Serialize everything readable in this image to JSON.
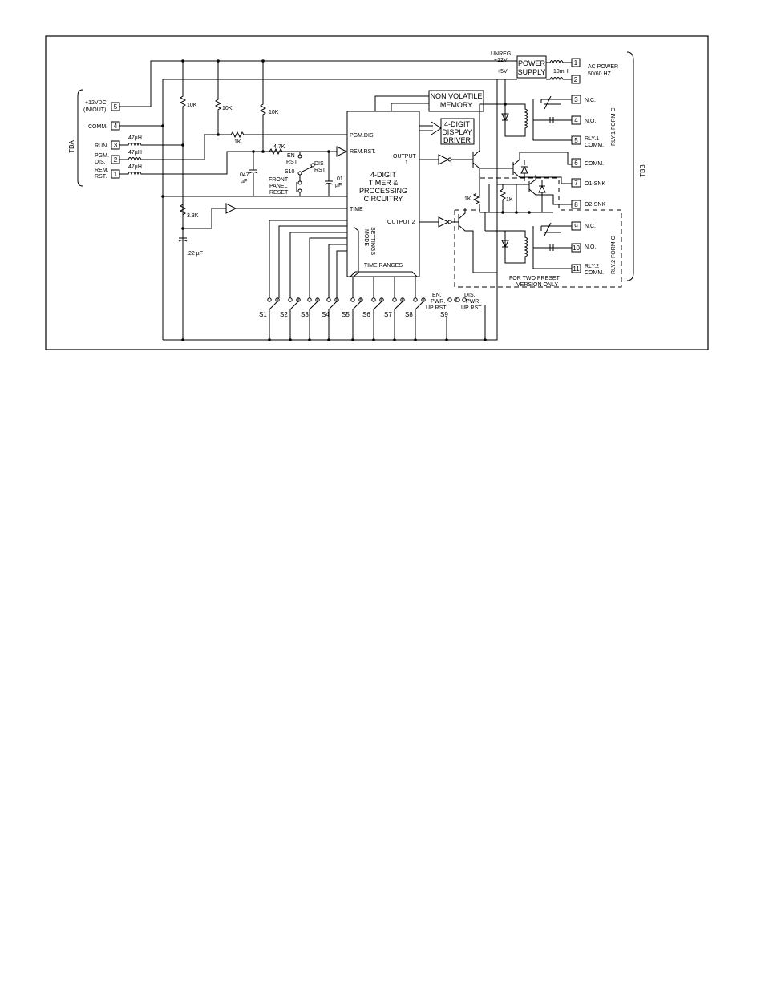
{
  "diagram": {
    "tba_label": "TBA",
    "tbb_label": "TBB",
    "tba_terminals": [
      {
        "num": "5",
        "label": "+12VDC",
        "label2": "(IN/OUT)"
      },
      {
        "num": "4",
        "label": "COMM.",
        "label2": ""
      },
      {
        "num": "3",
        "label": "RUN",
        "label2": ""
      },
      {
        "num": "2",
        "label": "PGM.",
        "label2": "DIS."
      },
      {
        "num": "1",
        "label": "REM.",
        "label2": "RST."
      }
    ],
    "inductor_label": "47µH",
    "resistors": {
      "r10k": "10K",
      "r1k": "1K",
      "r47k": "4.7K",
      "r33k": "3.3K"
    },
    "caps": {
      "c047a": ".047",
      "c047b": "µF",
      "c01a": ".01",
      "c01b": "µF",
      "c22": ".22 µF"
    },
    "switches": {
      "s10": "S10",
      "en_rst_a": "EN",
      "en_rst_b": "RST",
      "dis_rst_a": "DIS",
      "dis_rst_b": "RST",
      "fp_a": "FRONT",
      "fp_b": "PANEL",
      "fp_c": "RESET"
    },
    "main_block": {
      "lines": [
        "4-DIGIT",
        "TIMER &",
        "PROCESSING",
        "CIRCUITRY"
      ],
      "pgm_dis": "PGM.DIS",
      "rem_rst": "REM.RST.",
      "time": "TIME",
      "output1_a": "OUTPUT",
      "output1_b": "1",
      "output2": "OUTPUT 2",
      "mode_a": "MODE",
      "mode_b": "SETTINGS",
      "time_ranges": "TIME RANGES"
    },
    "memory": {
      "line1": "NON VOLATILE",
      "line2": "MEMORY"
    },
    "display": {
      "line1": "4-DIGIT",
      "line2": "DISPLAY",
      "line3": "DRIVER"
    },
    "power": {
      "line1": "POWER",
      "line2": "SUPPLY",
      "unreg_a": "UNREG.",
      "unreg_b": "+12V",
      "plus5": "+5V",
      "coil": "10mH",
      "ac_a": "AC POWER",
      "ac_b": "50/60 HZ",
      "t1": "1",
      "t2": "2"
    },
    "tbb_terminals": [
      {
        "num": "3",
        "label": "N.C.",
        "label2": ""
      },
      {
        "num": "4",
        "label": "N.O.",
        "label2": ""
      },
      {
        "num": "5",
        "label": "RLY.1",
        "label2": "COMM."
      },
      {
        "num": "6",
        "label": "COMM.",
        "label2": ""
      },
      {
        "num": "7",
        "label": "O1-SNK",
        "label2": ""
      },
      {
        "num": "8",
        "label": "O2-SNK",
        "label2": ""
      },
      {
        "num": "9",
        "label": "N.C.",
        "label2": ""
      },
      {
        "num": "10",
        "label": "N.O.",
        "label2": ""
      },
      {
        "num": "11",
        "label": "RLY.2",
        "label2": "COMM."
      }
    ],
    "rly1_form": "RLY.1 FORM C",
    "rly2_form": "RLY.2 FORM C",
    "two_preset_a": "FOR TWO PRESET",
    "two_preset_b": "VERSION ONLY",
    "bottom_switches": [
      "S1",
      "S2",
      "S3",
      "S4",
      "S5",
      "S6",
      "S7",
      "S8",
      "S9"
    ],
    "en_pwr": {
      "a": "EN.",
      "b": "PWR.",
      "c": "UP RST."
    },
    "dis_pwr": {
      "a": "DIS.",
      "b": "PWR.",
      "c": "UP RST."
    },
    "r1k_out": "1K",
    "r1k_out2": "1K"
  }
}
